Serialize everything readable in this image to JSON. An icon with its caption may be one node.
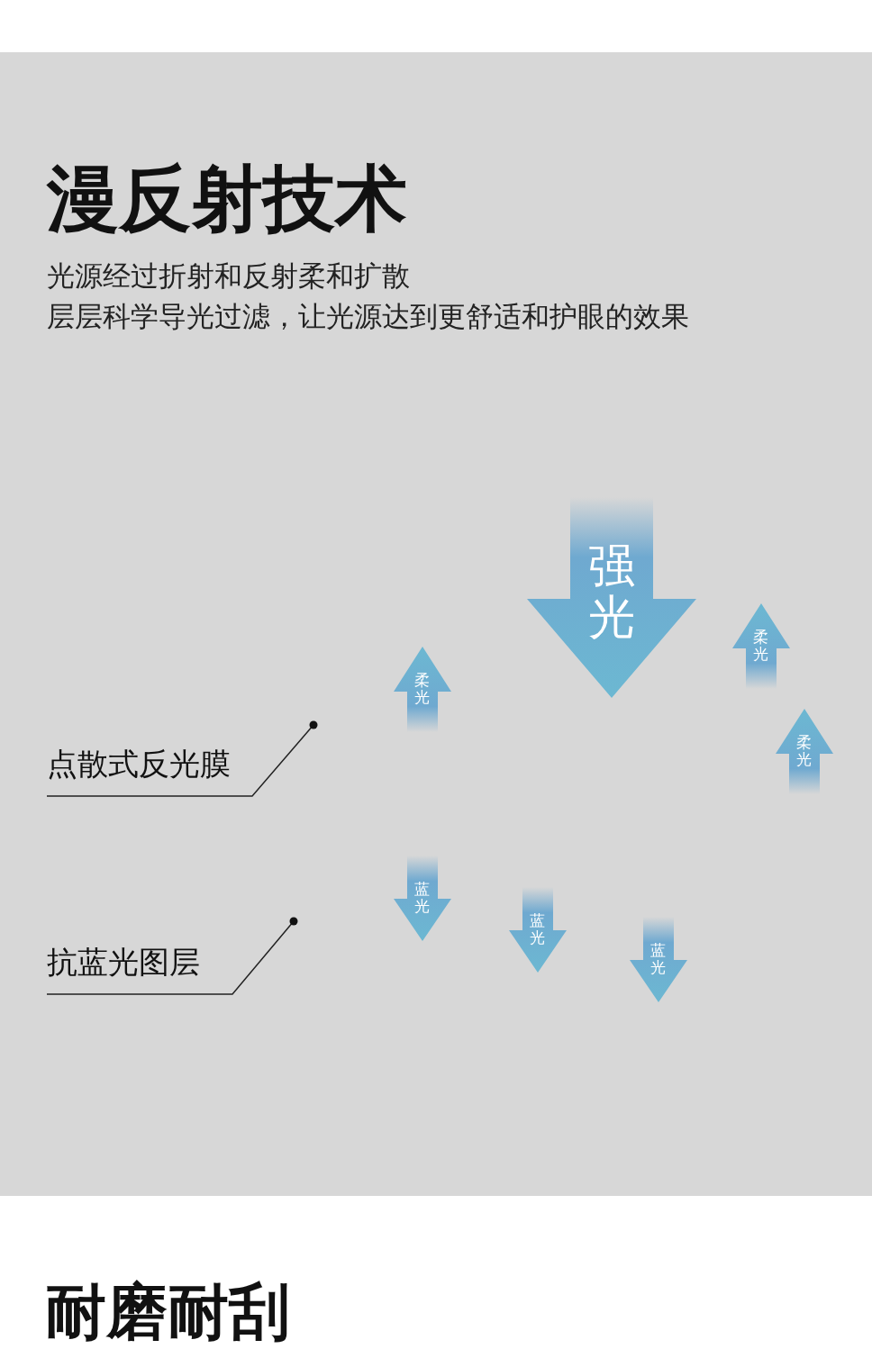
{
  "diagram": {
    "title": "漫反射技术",
    "nodes": [
      {
        "text": [
          "强光"
        ]
      },
      {
        "text": [
          "柔光"
        ]
      },
      {
        "text": [
          "柔光"
        ]
      },
      {
        "text": [
          "柔光"
        ]
      },
      {
        "text": [
          "蓝光"
        ]
      },
      {
        "text": [
          "蓝光"
        ]
      },
      {
        "text": [
          "蓝光"
        ]
      },
      {
        "text": [
          "点散式反光膜"
        ]
      },
      {
        "text": [
          "抗蓝光图层"
        ]
      }
    ],
    "edges": [
      {
        "from": 7,
        "to": null,
        "arrow": "other"
      },
      {
        "from": 8,
        "to": null,
        "arrow": "other"
      }
    ],
    "labels": [
      "光源经过折射和反射柔和扩散",
      "层层科学导光过滤，让光源达到更舒适和护眼的效果",
      "耐磨耐刮"
    ]
  }
}
